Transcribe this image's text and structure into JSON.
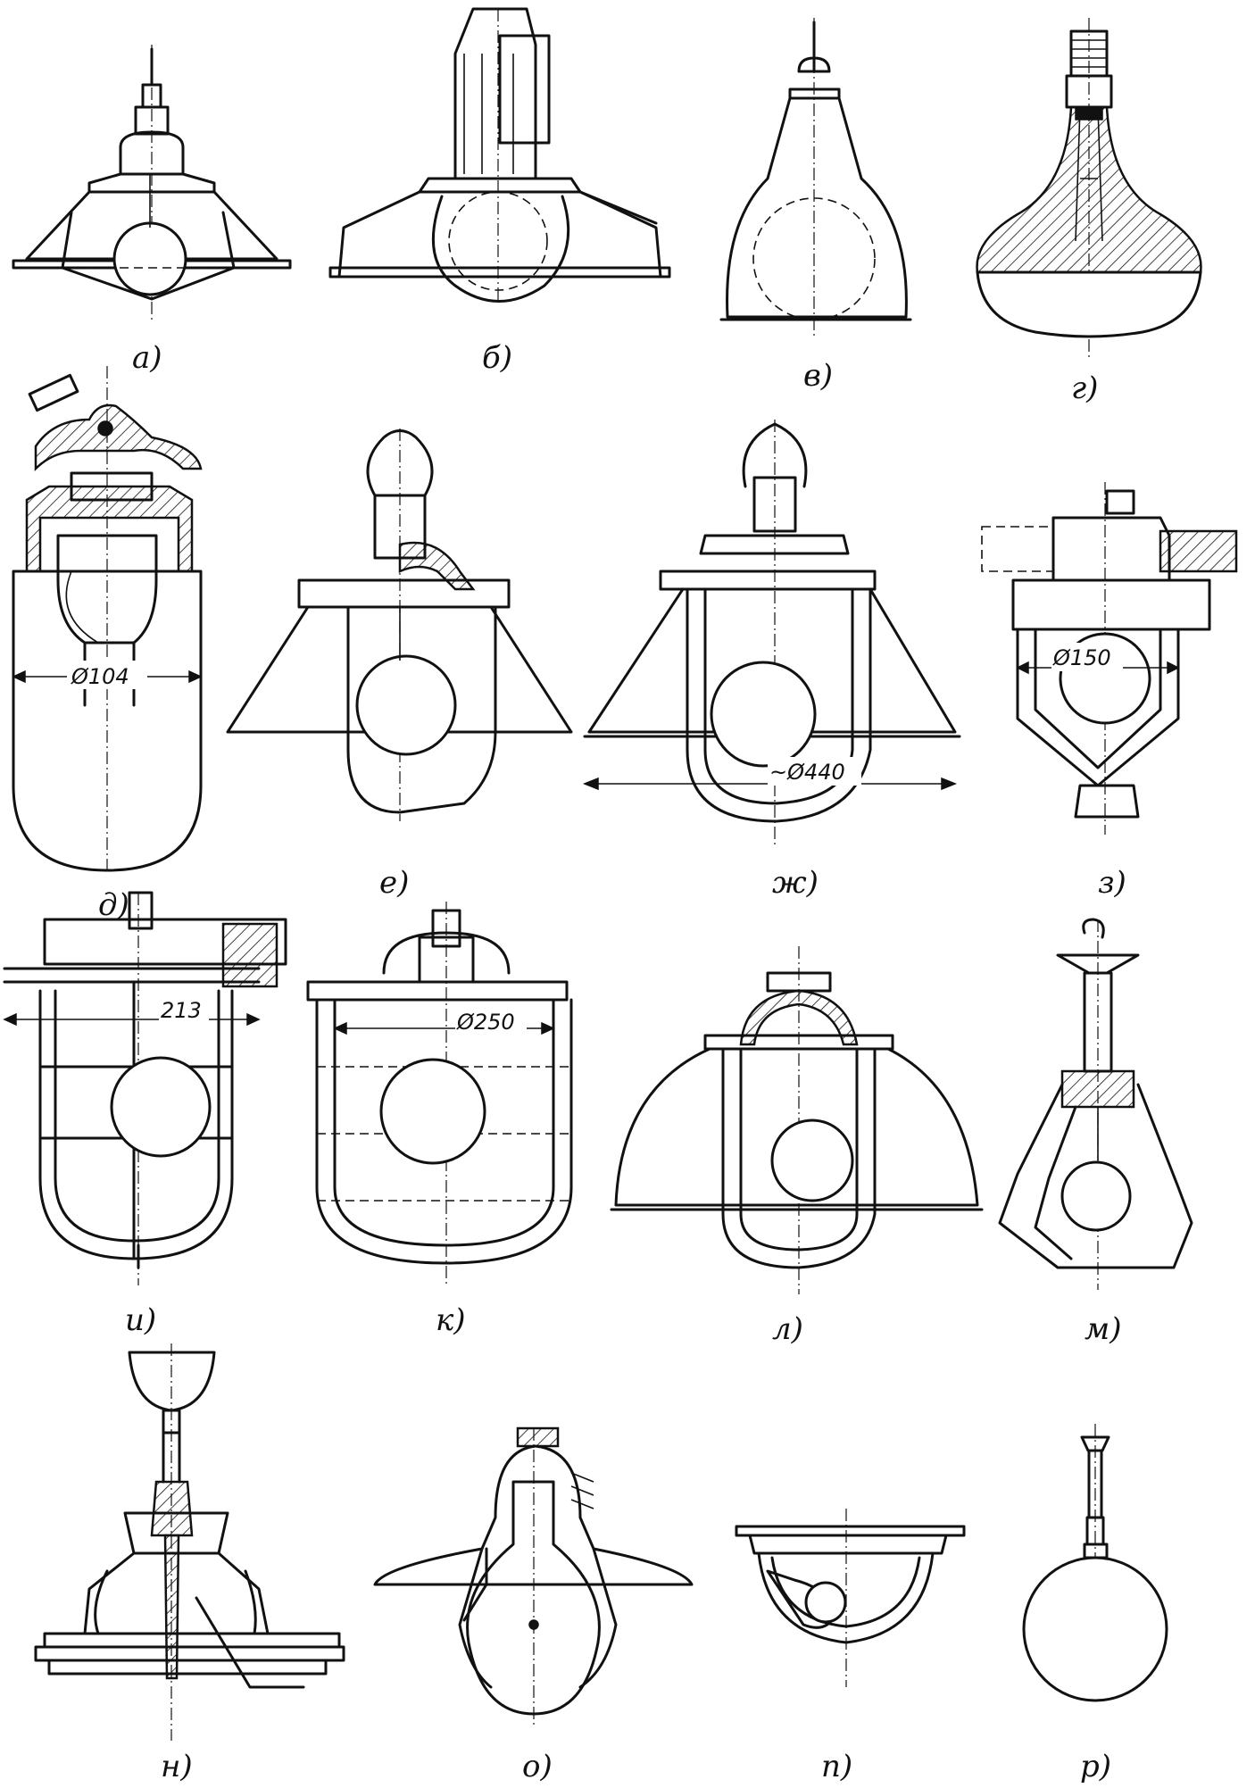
{
  "figure_labels": {
    "a": "а)",
    "b": "б)",
    "v": "в)",
    "g": "г)",
    "d": "д)",
    "e": "е)",
    "zh": "ж)",
    "z": "з)",
    "i": "и)",
    "k": "к)",
    "l": "л)",
    "m": "м)",
    "n": "н)",
    "o": "о)",
    "p": "п)",
    "r": "р)"
  },
  "dimensions": {
    "d_diameter": "Ø104",
    "zh_diameter": "~Ø440",
    "z_diameter": "Ø150",
    "i_width": "213",
    "k_diameter": "Ø250"
  }
}
